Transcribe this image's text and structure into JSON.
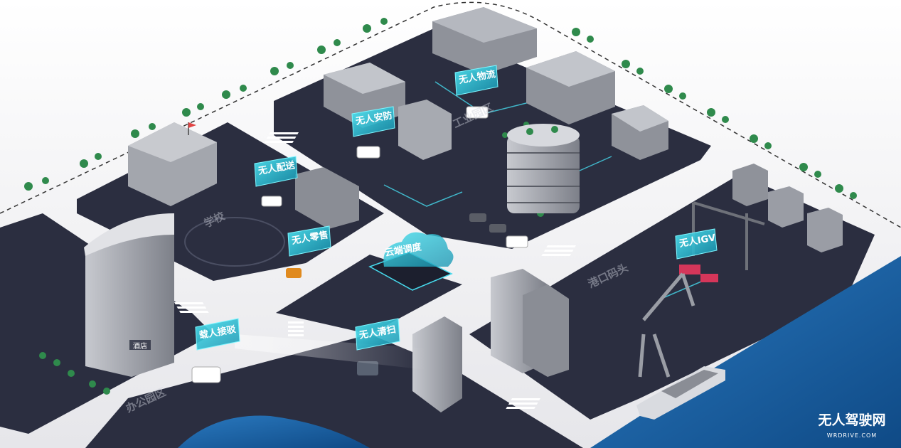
{
  "colors": {
    "ground": "#2b2e40",
    "road": "#f4f4f6",
    "sea": "#1a5fa0",
    "panel": "#1fb8c9",
    "glow": "#5ff0ff",
    "building": "#9a9da5",
    "tree": "#2f8a4c"
  },
  "service_labels": [
    {
      "id": "logistics",
      "text": "无人物流"
    },
    {
      "id": "security",
      "text": "无人安防"
    },
    {
      "id": "delivery",
      "text": "无人配送"
    },
    {
      "id": "retail",
      "text": "无人零售"
    },
    {
      "id": "cloud",
      "text": "云端调度"
    },
    {
      "id": "passenger",
      "text": "载人接驳"
    },
    {
      "id": "sanitation",
      "text": "无人清扫"
    },
    {
      "id": "igv",
      "text": "无人IGV"
    }
  ],
  "zones": {
    "industrial": "工业园区",
    "school": "学校",
    "port": "港口码头",
    "office": "办公园区"
  },
  "signs": {
    "hotel": "酒店"
  },
  "watermark": {
    "main": "无人驾驶网",
    "sub": "WRDRIVE.COM"
  }
}
